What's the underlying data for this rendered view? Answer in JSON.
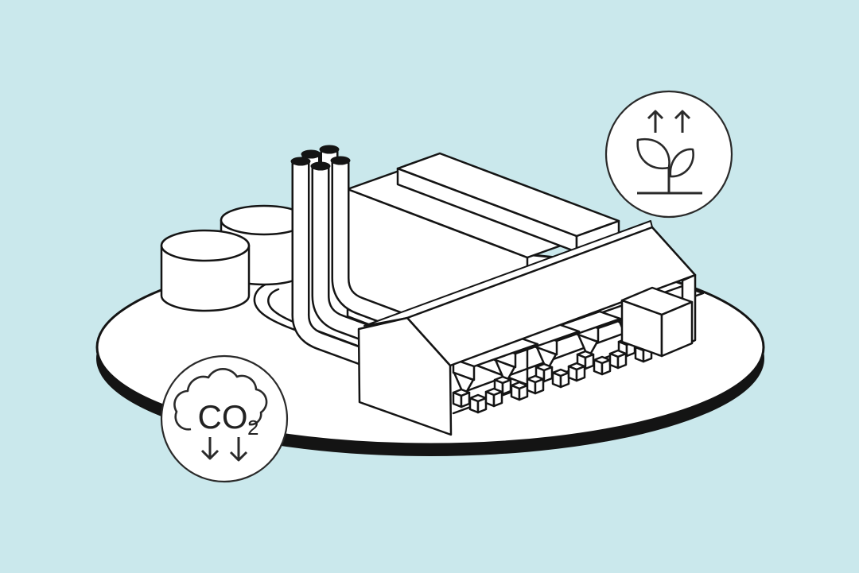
{
  "colors": {
    "background": "#cae8ec",
    "accent": "#93d4de",
    "outline": "#141414",
    "surface": "#ffffff"
  },
  "illustration": {
    "elements": [
      "platform-disc",
      "storage-tanks",
      "chimney-stacks",
      "exhaust-pipes",
      "back-factory-slabs",
      "warehouse-roof",
      "production-hoppers",
      "product-cubes",
      "container-box"
    ]
  },
  "badges": {
    "co2_reduction": {
      "gas_label": "CO",
      "gas_subscript": "2",
      "shape_icon": "cloud-icon",
      "trend_icon": "double-down-arrow-icon"
    },
    "green_growth": {
      "shape_icon": "plant-sprout-icon",
      "trend_icon": "double-up-arrow-icon"
    }
  }
}
